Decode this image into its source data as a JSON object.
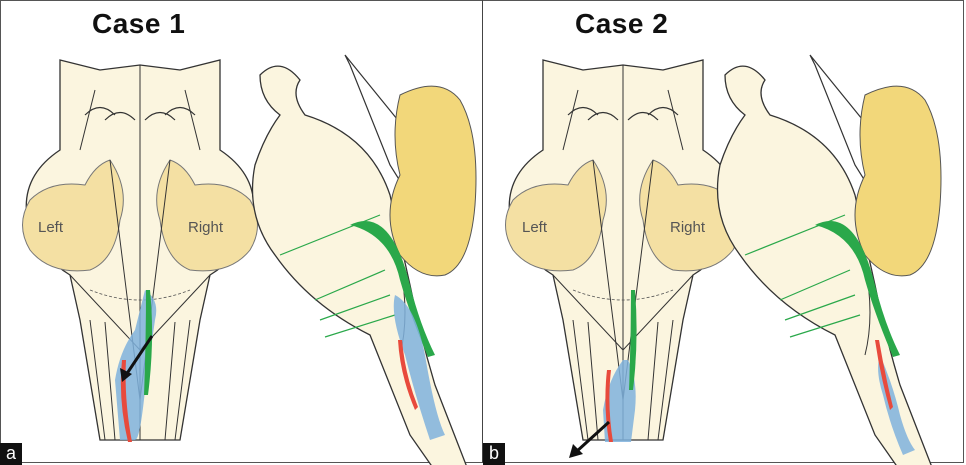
{
  "panels": [
    {
      "title": "Case 1",
      "label": "a",
      "left_text": "Left",
      "right_text": "Right"
    },
    {
      "title": "Case 2",
      "label": "b",
      "left_text": "Left",
      "right_text": "Right"
    }
  ],
  "colors": {
    "tissue": "#fbf5df",
    "tissue_outline": "#333333",
    "yellow": "#f4dfa0",
    "cerebellum": "#f2d77a",
    "green_tract": "#2aa84a",
    "blue_lesion": "#7fb2dd",
    "red_tract": "#e84a3c",
    "arrow": "#111111"
  }
}
